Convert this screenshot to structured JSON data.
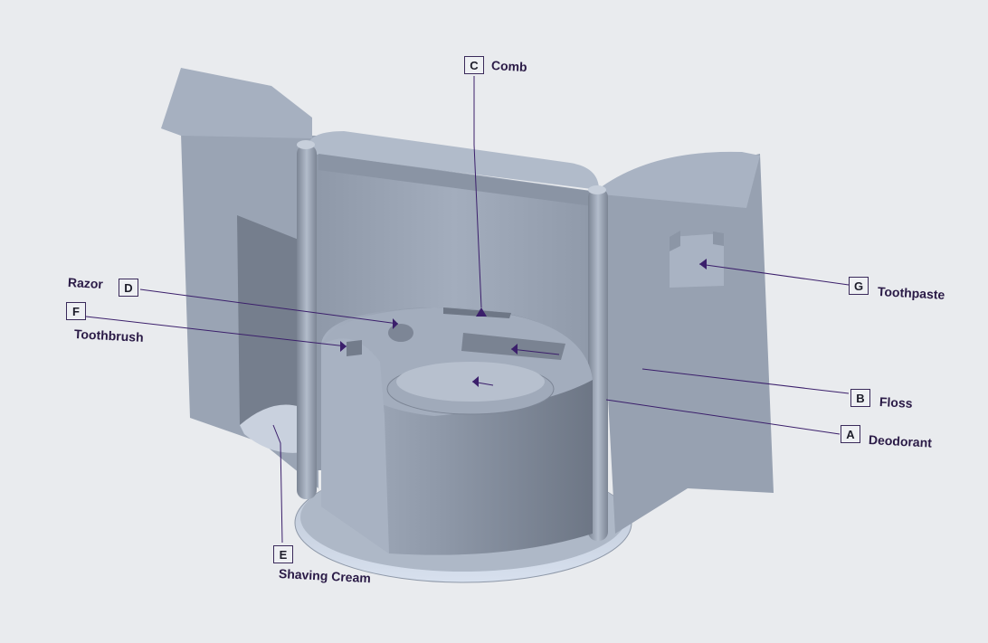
{
  "callouts": [
    {
      "letter": "A",
      "label": "Deodorant"
    },
    {
      "letter": "B",
      "label": "Floss"
    },
    {
      "letter": "C",
      "label": "Comb"
    },
    {
      "letter": "D",
      "label": "Razor"
    },
    {
      "letter": "E",
      "label": "Shaving Cream"
    },
    {
      "letter": "F",
      "label": "Toothbrush"
    },
    {
      "letter": "G",
      "label": "Toothpaste"
    }
  ],
  "colors": {
    "background": "#e9ebee",
    "leader_line": "#3b1f6b",
    "model_light": "#a9b3c3",
    "model_mid": "#8d97a7",
    "model_dark": "#6f7887"
  }
}
